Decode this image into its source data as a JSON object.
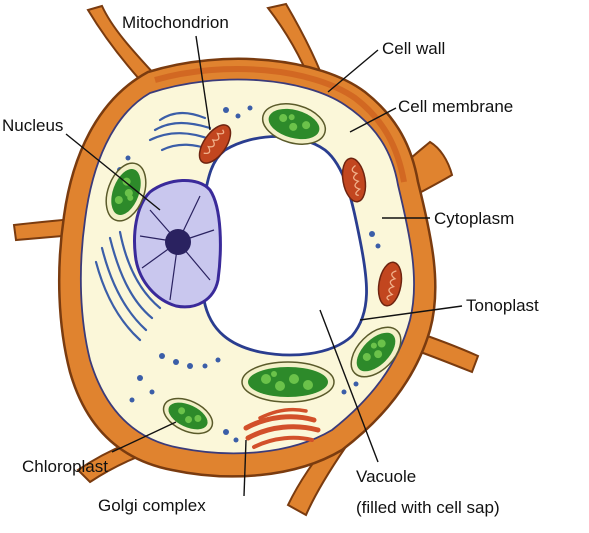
{
  "labels": {
    "mitochondrion": "Mitochondrion",
    "cell_wall": "Cell wall",
    "cell_membrane": "Cell membrane",
    "nucleus": "Nucleus",
    "cytoplasm": "Cytoplasm",
    "tonoplast": "Tonoplast",
    "chloroplast": "Chloroplast",
    "golgi_complex": "Golgi complex",
    "vacuole": "Vacuole",
    "vacuole_note": "(filled with cell sap)"
  },
  "colors": {
    "cell_wall": "#e0832f",
    "cell_wall_outline": "#7a3b0f",
    "middle_lamella": "#c8561b",
    "cytoplasm": "#fbf7d9",
    "membrane_outline": "#3b3b7a",
    "vacuole": "#ffffff",
    "tonoplast": "#2a3d8f",
    "nucleus": "#c9c7ee",
    "nucleus_outline": "#3a2a9a",
    "nucleolus": "#2a2260",
    "chloroplast": "#2d8a2a",
    "chloroplast_grana": "#6bc24a",
    "chloroplast_envelope": "#f3f0c8",
    "mitochondrion": "#c2461f",
    "golgi": "#d2502a",
    "er": "#3b5ea8",
    "leader_line": "#111111"
  }
}
